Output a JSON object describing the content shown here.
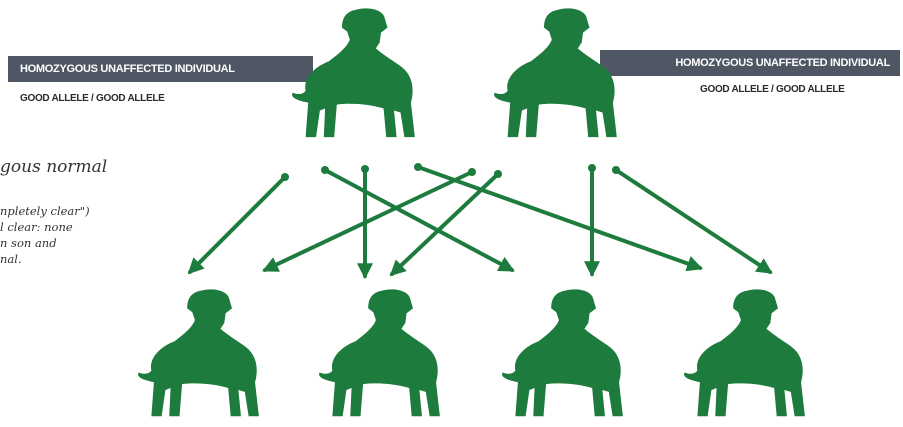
{
  "parents": {
    "left": {
      "banner": "HOMOZYGOUS UNAFFECTED INDIVIDUAL",
      "alleles": "GOOD ALLELE / GOOD ALLELE"
    },
    "right": {
      "banner": "HOMOZYGOUS UNAFFECTED INDIVIDUAL",
      "alleles": "GOOD ALLELE / GOOD ALLELE"
    }
  },
  "side_text": {
    "title": "gous normal",
    "lines": [
      "npletely clear\")",
      "l clear: none",
      "n son and",
      "nal."
    ]
  },
  "colors": {
    "dog_green": "#1e7b3e",
    "banner_gray": "#4f5664",
    "arrow_green": "#1e7b3e"
  },
  "offspring_count": 4
}
